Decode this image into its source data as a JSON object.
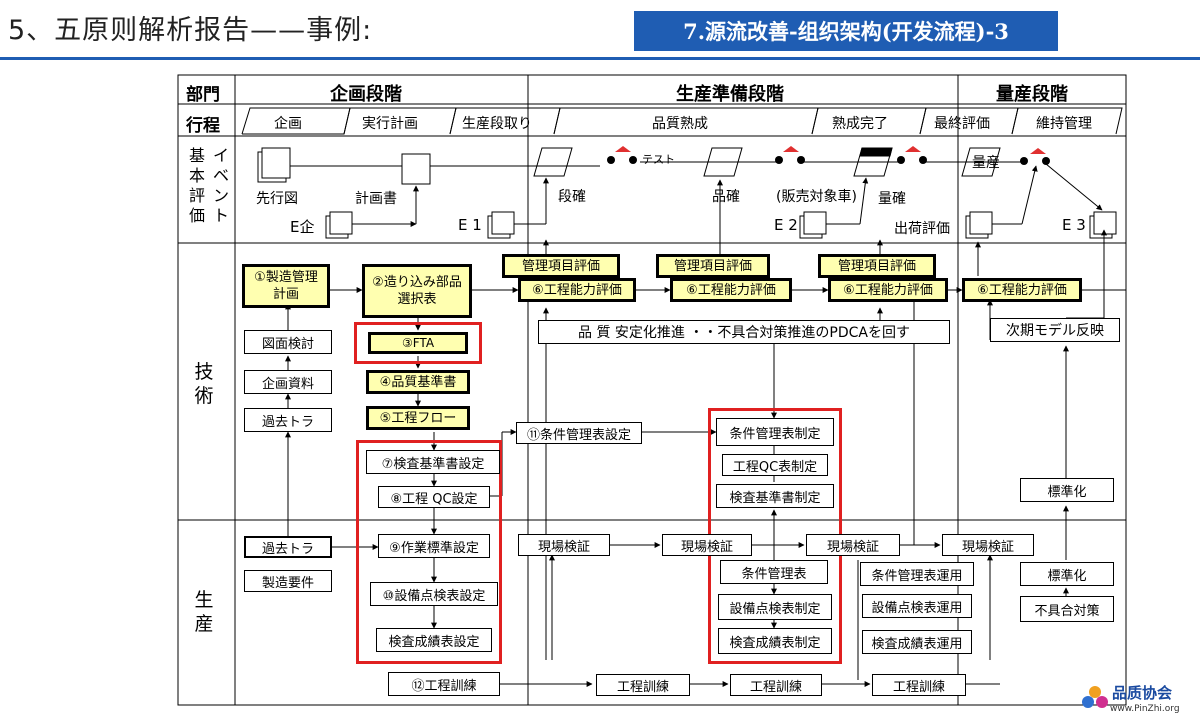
{
  "header": {
    "title": "5、五原则解析报告——事例:",
    "badge": "7.源流改善-组织架构(开发流程)-3"
  },
  "columns": {
    "dept": "部門",
    "c1": "企画段階",
    "c2": "生産準備段階",
    "c3": "量産段階"
  },
  "rows": {
    "schedule": "行程",
    "event": "基本評価",
    "event2": "イベント",
    "tech": "技術",
    "prod": "生産"
  },
  "schedule": [
    "企画",
    "実行計画",
    "生産段取り",
    "品質熟成",
    "熟成完了",
    "最終評価",
    "維持管理"
  ],
  "events": {
    "sakkozu": "先行図",
    "keikaku": "計画書",
    "test": "テスト",
    "dankaku": "段確",
    "hinkaku": "品確",
    "hanbai": "(販売対象車)",
    "ryokaku": "量確",
    "ryosan": "量産",
    "shukka": "出荷評価",
    "e_kikaku": "E企",
    "e1": "E 1",
    "e2": "E 2",
    "e3": "E 3"
  },
  "tech": {
    "b1": "①製造管理\n計画",
    "b2": "②造り込み部品\n選択表",
    "fta": "③FTA",
    "kijun": "④品質基準書",
    "flow": "⑤工程フロー",
    "kanri": "管理項目評価",
    "noryoku": "⑥工程能力評価",
    "zumen": "図面検討",
    "kikakushiryo": "企画資料",
    "kakotora": "過去トラ",
    "pdca": "品 質 安定化推進 ・・不具合対策推進のPDCAを回す",
    "jiki": "次期モデル反映",
    "k7": "⑦検査基準書設定",
    "k8": "⑧工程 QC設定",
    "k11": "⑪条件管理表設定",
    "seitei1": "条件管理表制定",
    "seitei2": "工程QC表制定",
    "seitei3": "検査基準書制定",
    "hyojunka": "標準化"
  },
  "prod": {
    "kakotora": "過去トラ",
    "yoken": "製造要件",
    "k9": "⑨作業標準設定",
    "k10": "⑩設備点検表設定",
    "kensa": "検査成績表設定",
    "genba": "現場検証",
    "jouken": "条件管理表",
    "setsubi": "設備点検表制定",
    "kensaseiseki": "検査成績表制定",
    "unyo1": "条件管理表運用",
    "unyo2": "設備点検表運用",
    "unyo3": "検査成績表運用",
    "hyojunka": "標準化",
    "fuguai": "不具合対策",
    "k12": "⑫工程訓練",
    "kunren": "工程訓練"
  },
  "logo": {
    "name": "品质协会",
    "url": "www.PinZhi.org"
  }
}
